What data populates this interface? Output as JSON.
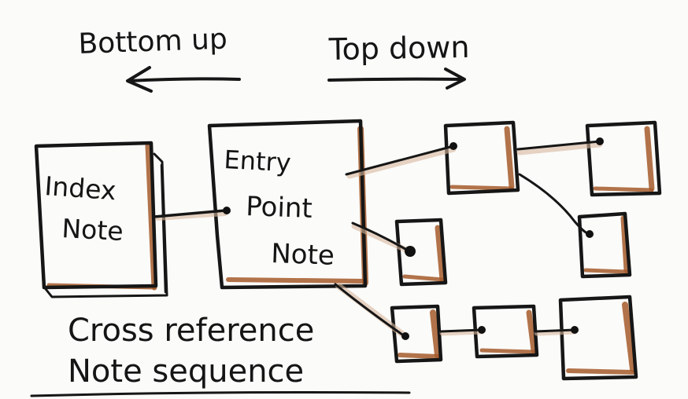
{
  "direction_labels": {
    "bottom_up": "Bottom up",
    "top_down": "Top down"
  },
  "notes": {
    "index_line1": "Index",
    "index_line2": "Note",
    "entry_line1": "Entry",
    "entry_line2": "Point",
    "entry_line3": "Note"
  },
  "captions": {
    "line1": "Cross reference",
    "line2": "Note sequence"
  },
  "colors": {
    "ink": "#161616",
    "shadow": "#a55a2c",
    "paper": "#fbfbf9"
  }
}
